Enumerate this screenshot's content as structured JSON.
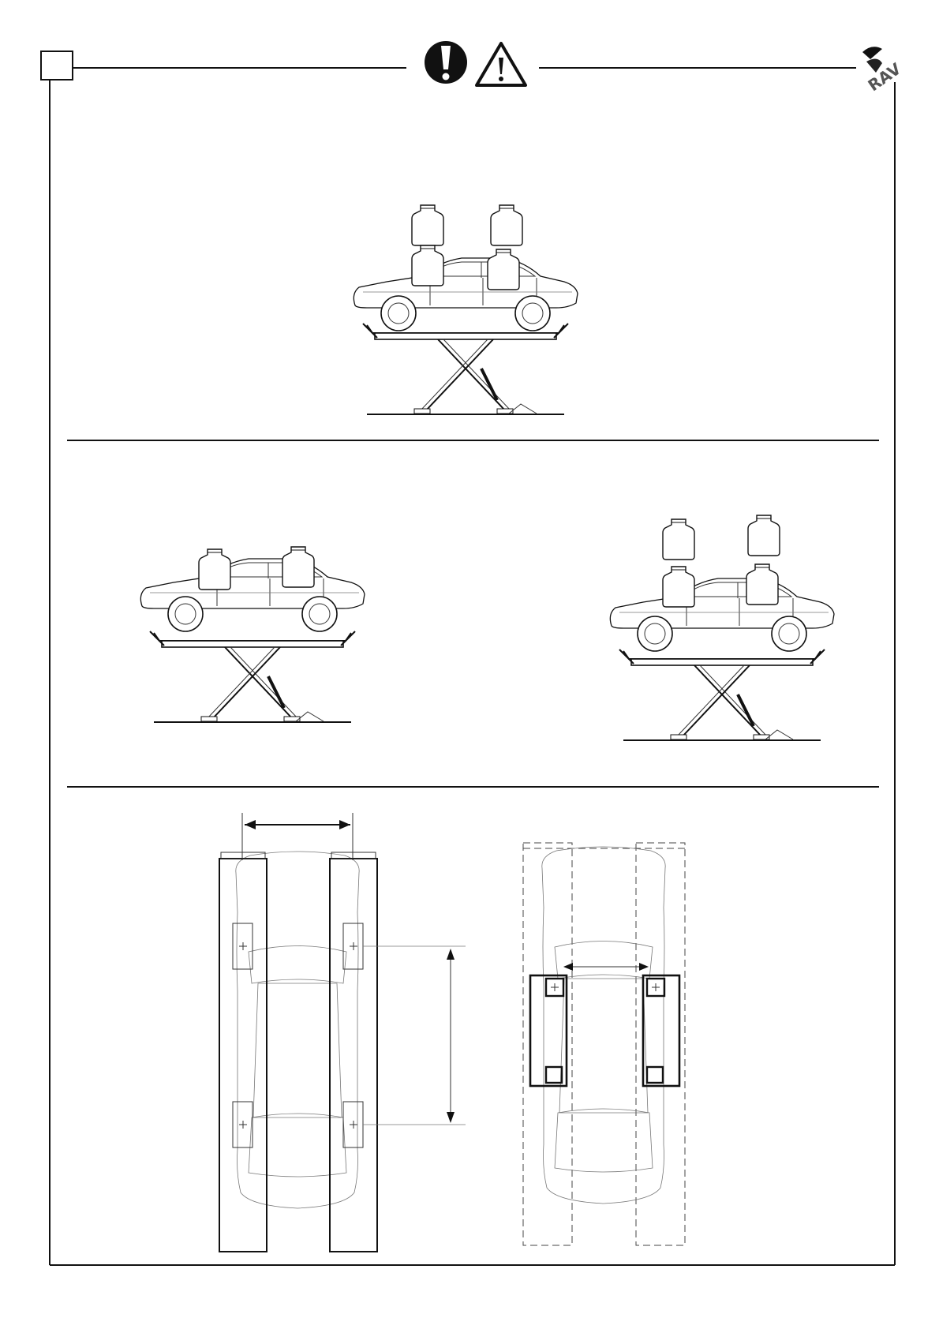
{
  "page": {
    "background": "#ffffff",
    "ink": "#111111"
  },
  "header": {
    "section_box": "",
    "icons": [
      "exclamation-circle-icon",
      "warning-triangle-icon"
    ],
    "logo": {
      "text": "RAV",
      "icon": "rav-brand-logo"
    }
  },
  "panels": [
    {
      "id": "top",
      "figures": [
        "car-on-lift-load-centered"
      ]
    },
    {
      "id": "middle",
      "figures": [
        "car-on-lift-load-rear",
        "car-on-lift-load-distributed"
      ]
    },
    {
      "id": "bottom",
      "figures": [
        "plan-view-runway-wheelbase",
        "plan-view-lifting-pads"
      ]
    }
  ]
}
